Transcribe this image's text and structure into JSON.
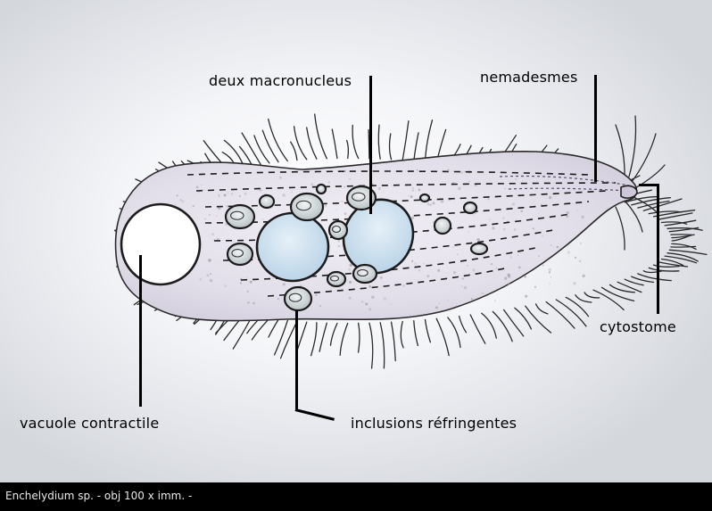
{
  "labels": {
    "macronucleus": "deux macronucleus",
    "nemadesmes": "nemadesmes",
    "cytostome": "cytostome",
    "vacuole": "vacuole contractile",
    "inclusions": "inclusions réfringentes"
  },
  "caption": "Enchelydium sp. - obj 100 x imm. -"
}
